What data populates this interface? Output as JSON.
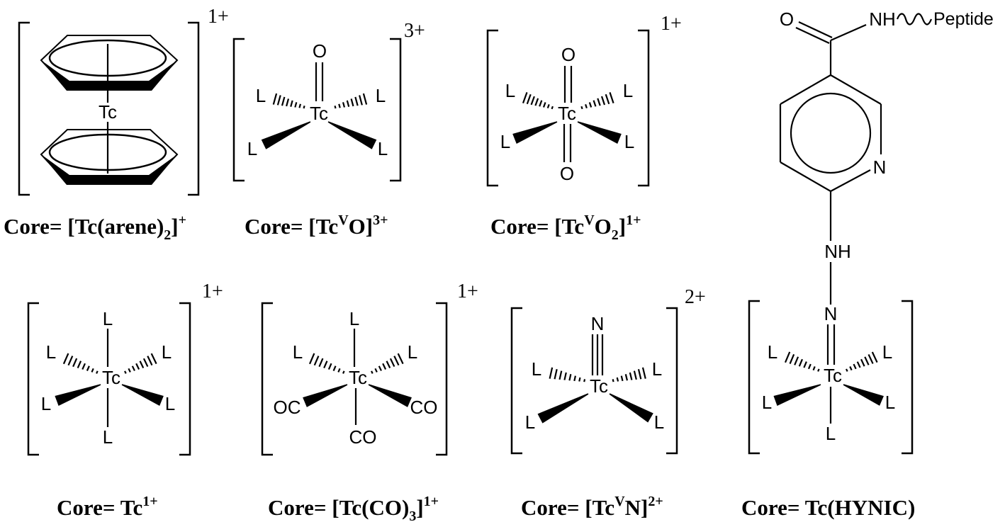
{
  "arene": {
    "metal": "Tc",
    "charge": "1+",
    "caption": {
      "a": "Core= [Tc(arene)",
      "sub": "2",
      "b": "]",
      "sup": "+"
    }
  },
  "oxo": {
    "apical": "O",
    "metal": "Tc",
    "ligands": [
      "L",
      "L",
      "L",
      "L"
    ],
    "charge": "3+",
    "caption": {
      "a": "Core= [Tc",
      "sup1": "V",
      "b": "O]",
      "sup2": "3+"
    }
  },
  "dioxo": {
    "apical": [
      "O",
      "O"
    ],
    "metal": "Tc",
    "ligands": [
      "L",
      "L",
      "L",
      "L"
    ],
    "charge": "1+",
    "caption": {
      "a": "Core= [Tc",
      "sup1": "V",
      "b": "O",
      "sub": "2",
      "c": "]",
      "sup2": "1+"
    }
  },
  "hynic": {
    "carbonyl_o": "O",
    "amide_nh": "NH",
    "peptide": "Peptide",
    "pyridine_n": "N",
    "hydrazine_nh": "NH",
    "hydrazone_n": "N",
    "metal": "Tc",
    "ligands": [
      "L",
      "L",
      "L",
      "L",
      "L"
    ],
    "caption": {
      "a": "Core= Tc(HYNIC)"
    }
  },
  "tc1": {
    "metal": "Tc",
    "ligands": [
      "L",
      "L",
      "L",
      "L",
      "L",
      "L"
    ],
    "charge": "1+",
    "caption": {
      "a": "Core= Tc",
      "sup": "1+"
    }
  },
  "tricarbonyl": {
    "metal": "Tc",
    "ligands": [
      "L",
      "L",
      "L",
      "OC",
      "CO",
      "CO"
    ],
    "charge": "1+",
    "caption": {
      "a": "Core= [Tc(CO)",
      "sub": "3",
      "b": "]",
      "sup": "1+"
    }
  },
  "nitrido": {
    "apical": "N",
    "metal": "Tc",
    "ligands": [
      "L",
      "L",
      "L",
      "L"
    ],
    "charge": "2+",
    "caption": {
      "a": "Core= [Tc",
      "sup1": "V",
      "b": "N]",
      "sup2": "2+"
    }
  }
}
